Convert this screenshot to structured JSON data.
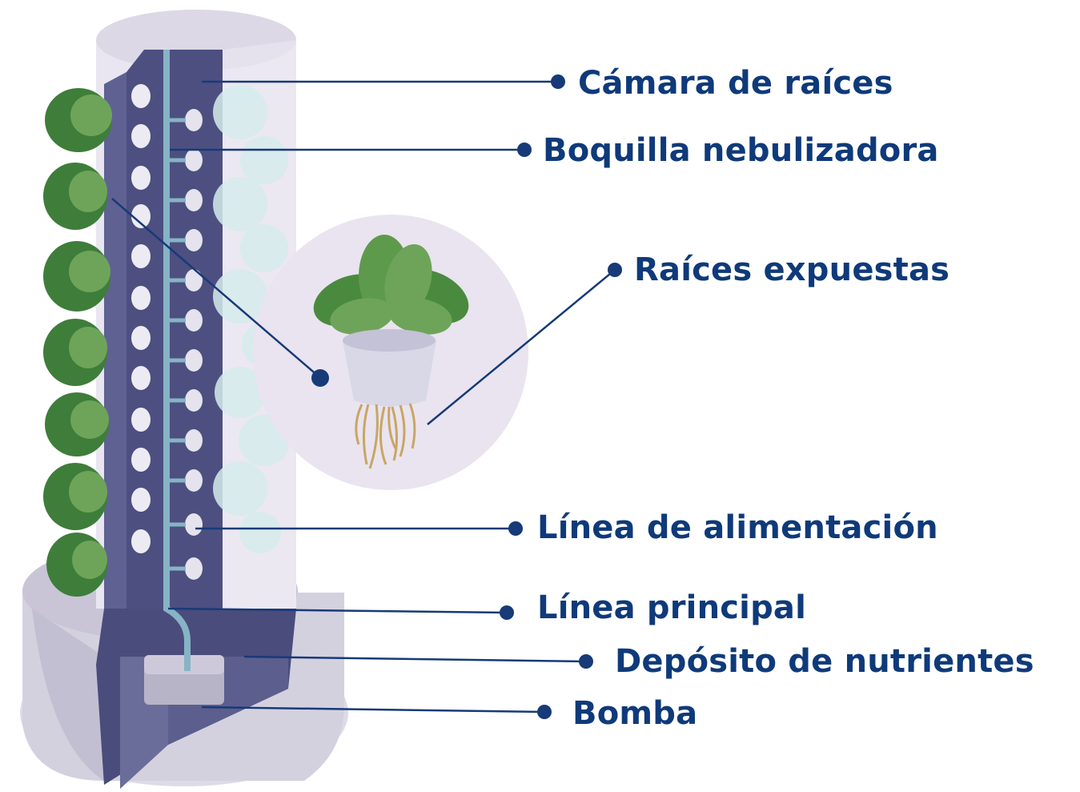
{
  "colors": {
    "label": "#0f3a7a",
    "leader": "#173a78",
    "tower_light": "#e8e4f0",
    "tower_dark": "#4b4d7d",
    "tower_mid": "#6d6e9c",
    "pipe": "#86b4c5",
    "leaf_dark": "#3e7d3a",
    "leaf_light": "#6ea459",
    "mist": "#d7ecec",
    "bubble": "#e9e4ef",
    "pot": "#d8d8e6",
    "roots": "#c8a664"
  },
  "labels": {
    "root_chamber": "Cámara de raíces",
    "mist_nozzle": "Boquilla nebulizadora",
    "exposed_roots": "Raíces expuestas",
    "feed_line": "Línea de alimentación",
    "main_line": "Línea principal",
    "nutrient_reservoir": "Depósito de nutrientes",
    "pump": "Bomba"
  }
}
